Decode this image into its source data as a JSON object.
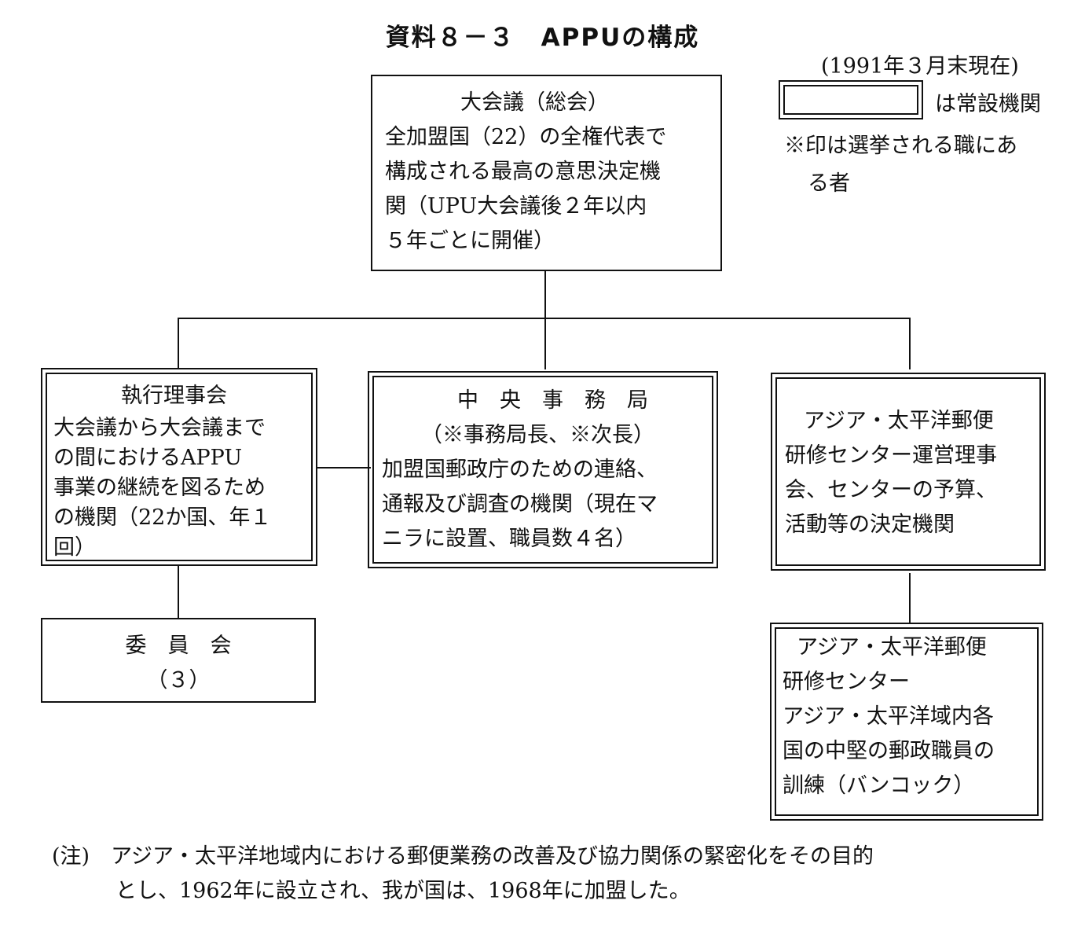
{
  "title": "資料８－３　APPUの構成",
  "legend": {
    "date": "(1991年３月末現在)",
    "standing_label": "は常設機関",
    "elected_note": [
      "※印は選挙される職にあ",
      "る者"
    ]
  },
  "nodes": {
    "general_congress": {
      "lines": [
        "大会議（総会）",
        "全加盟国（22）の全権代表で",
        "構成される最高の意思決定機",
        "関（UPU大会議後２年以内",
        "５年ごとに開催）"
      ]
    },
    "executive_council": {
      "lines": [
        "執行理事会",
        "大会議から大会議まで",
        "の間におけるAPPU",
        "事業の継続を図るため",
        "の機関（22か国、年１",
        "回）"
      ]
    },
    "committees": {
      "lines": [
        "委　員　会",
        "（３）"
      ]
    },
    "central_bureau": {
      "lines": [
        "中　央　事　務　局",
        "（※事務局長、※次長）",
        "加盟国郵政庁のための連絡、",
        "通報及び調査の機関（現在マ",
        "ニラに設置、職員数４名）"
      ]
    },
    "training_center_board": {
      "lines": [
        "アジア・太平洋郵便",
        "研修センター運営理事",
        "会、センターの予算、",
        "活動等の決定機関"
      ]
    },
    "training_center": {
      "lines": [
        "アジア・太平洋郵便",
        "研修センター",
        "アジア・太平洋域内各",
        "国の中堅の郵政職員の",
        "訓練（バンコック）"
      ]
    }
  },
  "footnote": [
    "(注)　アジア・太平洋地域内における郵便業務の改善及び協力関係の緊密化をその目的",
    "　　　とし、1962年に設立され、我が国は、1968年に加盟した。"
  ]
}
